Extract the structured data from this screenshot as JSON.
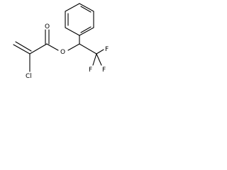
{
  "molecule": {
    "atoms": {
      "oxygen_carbonyl": "O",
      "oxygen_ester": "O",
      "chlorine": "Cl",
      "fluorine_top": "F",
      "fluorine_left": "F",
      "fluorine_right": "F"
    }
  },
  "colors": {
    "background": "#ffffff",
    "bond": "#000000",
    "label": "#000000"
  }
}
